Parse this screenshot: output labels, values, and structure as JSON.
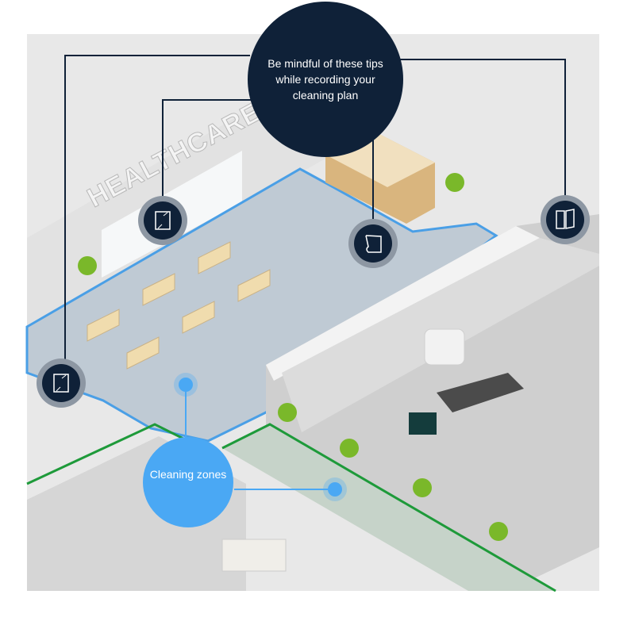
{
  "sign": {
    "text": "HEALTHCARE"
  },
  "tips_callout": {
    "text": "Be mindful of these tips while recording your cleaning plan"
  },
  "zones_callout": {
    "text": "Cleaning zones"
  },
  "icons": [
    "glass-window-icon",
    "floor-mat-icon",
    "door-icon",
    "glass-panel-icon"
  ],
  "colors": {
    "navy": "#0f2138",
    "zone_blue": "#4aa8f4",
    "lobby_floor": "#bfcad4",
    "corridor_green": "#1e9a3a",
    "background": "#e6e6e6"
  }
}
